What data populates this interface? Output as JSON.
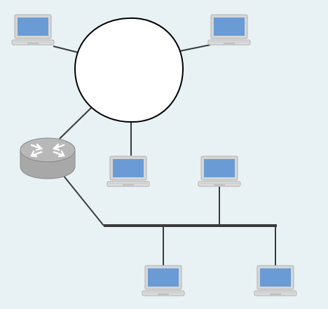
{
  "diagram": {
    "nodes": [
      {
        "id": "laptop-ring-top-left",
        "kind": "laptop",
        "icon": "laptop-icon",
        "network": "ring"
      },
      {
        "id": "laptop-ring-top-right",
        "kind": "laptop",
        "icon": "laptop-icon",
        "network": "ring"
      },
      {
        "id": "laptop-ring-bottom",
        "kind": "laptop",
        "icon": "laptop-icon",
        "network": "ring"
      },
      {
        "id": "router",
        "kind": "router",
        "icon": "router-icon",
        "network": "ring, bus"
      },
      {
        "id": "laptop-bus-top",
        "kind": "laptop",
        "icon": "laptop-icon",
        "network": "bus"
      },
      {
        "id": "laptop-bus-bottom-left",
        "kind": "laptop",
        "icon": "laptop-icon",
        "network": "bus"
      },
      {
        "id": "laptop-bus-bottom-right",
        "kind": "laptop",
        "icon": "laptop-icon",
        "network": "bus"
      }
    ],
    "networks": [
      {
        "id": "ring",
        "shape": "circle"
      },
      {
        "id": "bus",
        "shape": "line"
      }
    ],
    "colors": {
      "background": "#e8f2f4",
      "line": "#3a3a3a",
      "ring_fill": "#ffffff",
      "ring_stroke": "#000000",
      "screen": "#6a9bd4",
      "laptop_body": "#d9d9d9",
      "router": "#aaaaaa"
    }
  }
}
